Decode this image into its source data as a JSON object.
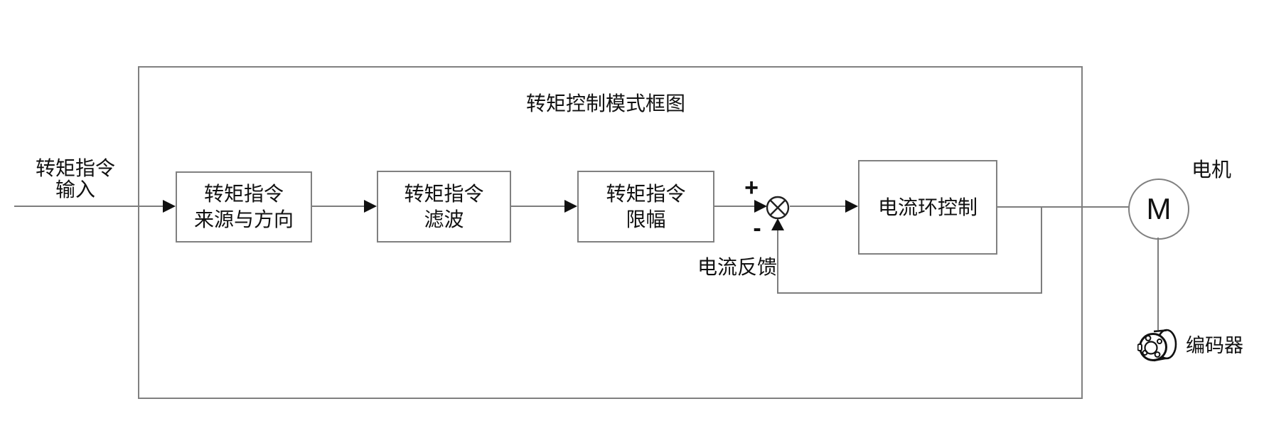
{
  "diagram": {
    "title": "转矩控制模式框图",
    "input_label": {
      "line1": "转矩指令",
      "line2": "输入"
    },
    "blocks": [
      {
        "line1": "转矩指令",
        "line2": "来源与方向"
      },
      {
        "line1": "转矩指令",
        "line2": "滤波"
      },
      {
        "line1": "转矩指令",
        "line2": "限幅"
      },
      {
        "line1": "电流环控制"
      }
    ],
    "summing_junction": {
      "plus": "+",
      "minus": "-"
    },
    "feedback_label": "电流反馈",
    "motor": {
      "symbol": "M",
      "label": "电机"
    },
    "encoder_label": "编码器",
    "colors": {
      "line": "#7d7d7d",
      "border": "#808080",
      "text": "#111111",
      "arrow": "#111111",
      "background": "#ffffff"
    }
  }
}
